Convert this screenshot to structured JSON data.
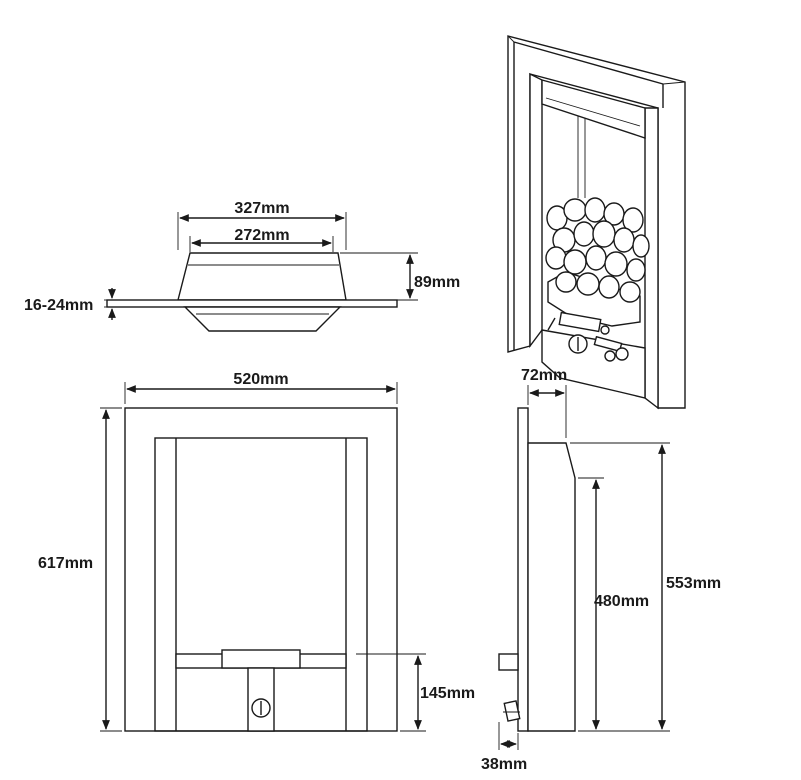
{
  "dimensions": {
    "top_outer_width": "327mm",
    "top_inner_width": "272mm",
    "top_depth": "89mm",
    "plate_thickness": "16-24mm",
    "front_width": "520mm",
    "front_height": "617mm",
    "control_height": "145mm",
    "side_depth": "72mm",
    "side_height_outer": "553mm",
    "side_height_inner": "480mm",
    "knob_projection": "38mm"
  }
}
